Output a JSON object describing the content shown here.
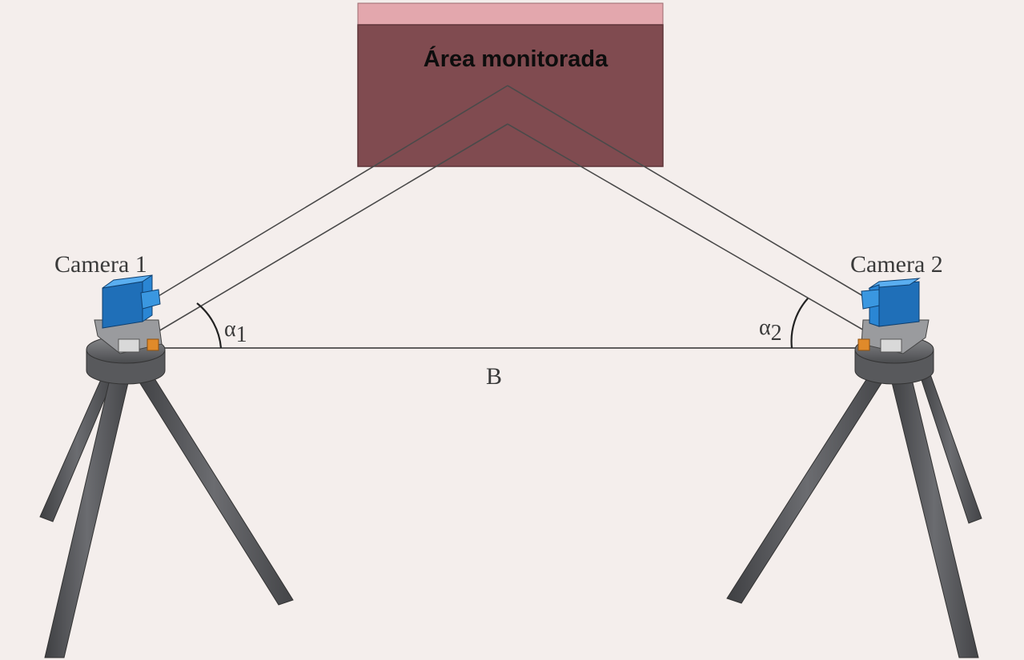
{
  "monitored_area": {
    "label": "Área monitorada"
  },
  "camera_left": {
    "label": "Camera 1"
  },
  "camera_right": {
    "label": "Camera 2"
  },
  "angle_left": {
    "symbol": "α",
    "subscript": "1"
  },
  "angle_right": {
    "symbol": "α",
    "subscript": "2"
  },
  "baseline": {
    "label": "B"
  },
  "colors": {
    "background": "#f4eeec",
    "area_fill": "#804b50",
    "area_top_strip": "#e3a7ad",
    "camera_body": "#2a86d4",
    "tripod": "#58595c",
    "line": "#4a4a4a"
  }
}
